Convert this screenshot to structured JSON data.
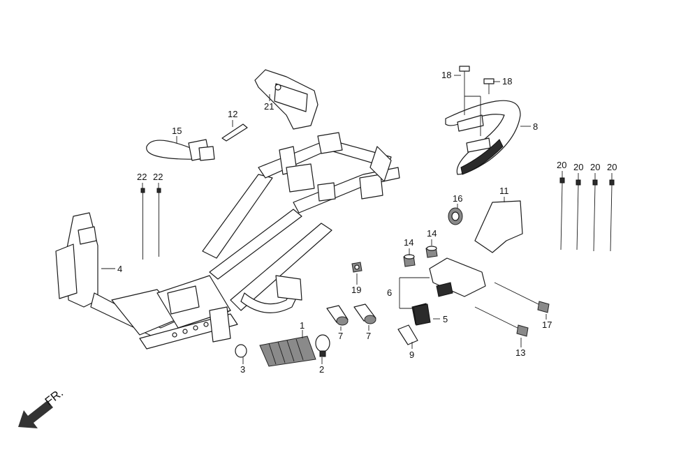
{
  "labels": {
    "l1": "1",
    "l2": "2",
    "l3": "3",
    "l4": "4",
    "l5": "5",
    "l6": "6",
    "l7a": "7",
    "l7b": "7",
    "l8": "8",
    "l9": "9",
    "l11": "11",
    "l12": "12",
    "l13": "13",
    "l14a": "14",
    "l14b": "14",
    "l15": "15",
    "l16": "16",
    "l17": "17",
    "l18a": "18",
    "l18b": "18",
    "l19": "19",
    "l20a": "20",
    "l20b": "20",
    "l20c": "20",
    "l20d": "20",
    "l21": "21",
    "l22a": "22",
    "l22b": "22"
  },
  "direction": {
    "front_label": "FR."
  },
  "colors": {
    "line": "#1a1a1a",
    "background": "#ffffff",
    "arrow": "#333333"
  }
}
